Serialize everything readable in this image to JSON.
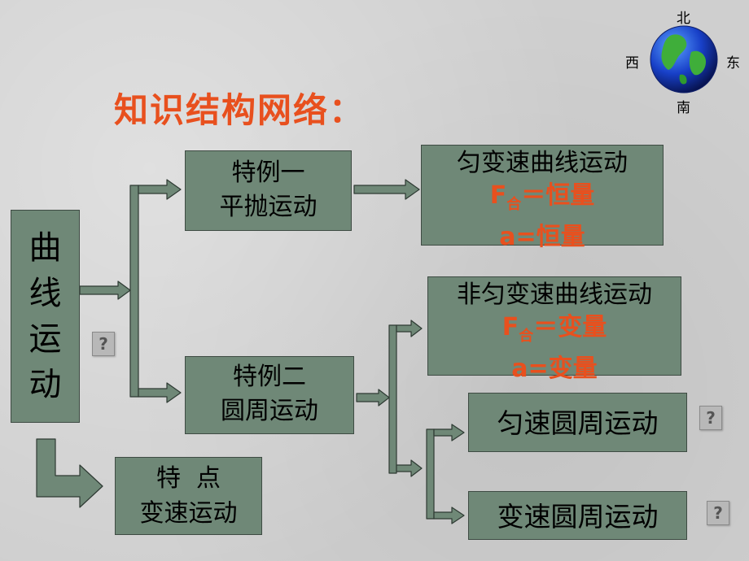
{
  "title": "知识结构网络：",
  "compass": {
    "north": "北",
    "south": "南",
    "east": "东",
    "west": "西"
  },
  "root": {
    "label": "曲线运动"
  },
  "case1": {
    "line1": "特例一",
    "line2": "平抛运动"
  },
  "case2": {
    "line1": "特例二",
    "line2": "圆周运动"
  },
  "feature": {
    "line1": "特  点",
    "line2": "变速运动"
  },
  "uniform_curve": {
    "title": "匀变速曲线运动",
    "force_symbol": "F",
    "force_sub": "合",
    "force_eq": "＝恒量",
    "accel": "a=恒量"
  },
  "nonuniform_curve": {
    "title": "非匀变速曲线运动",
    "force_symbol": "F",
    "force_sub": "合",
    "force_eq": "＝变量",
    "accel": "a=变量"
  },
  "uniform_circular": {
    "label": "匀速圆周运动"
  },
  "variable_circular": {
    "label": "变速圆周运动"
  },
  "help_buttons": [
    "?",
    "?",
    "?"
  ],
  "colors": {
    "box": "#6f8877",
    "arrow": "#6f8877",
    "title": "#e8501e",
    "highlight": "#e8501e"
  }
}
